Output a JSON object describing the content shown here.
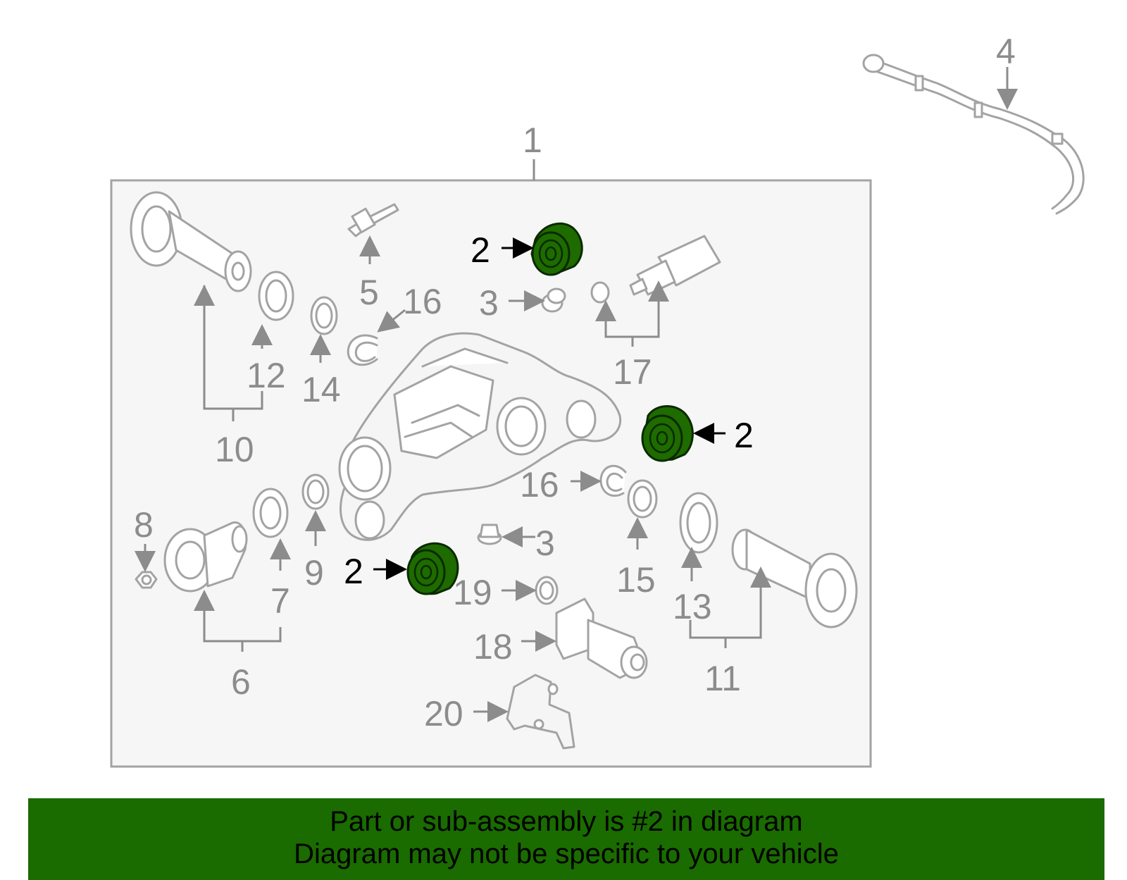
{
  "callouts": {
    "c1": "1",
    "c2a": "2",
    "c2b": "2",
    "c2c": "2",
    "c3a": "3",
    "c3b": "3",
    "c4": "4",
    "c5": "5",
    "c6": "6",
    "c7": "7",
    "c8": "8",
    "c9": "9",
    "c10": "10",
    "c11": "11",
    "c12": "12",
    "c13": "13",
    "c14": "14",
    "c15": "15",
    "c16a": "16",
    "c16b": "16",
    "c17": "17",
    "c18": "18",
    "c19": "19",
    "c20": "20"
  },
  "banner": {
    "line1": "Part or sub-assembly is #2 in diagram",
    "line2": "Diagram may not be specific to your vehicle"
  },
  "colors": {
    "highlight_part": "#1e6b00",
    "banner_background": "#1a6b00",
    "callout_text": "#8c8c8c",
    "highlight_text": "#000000"
  }
}
